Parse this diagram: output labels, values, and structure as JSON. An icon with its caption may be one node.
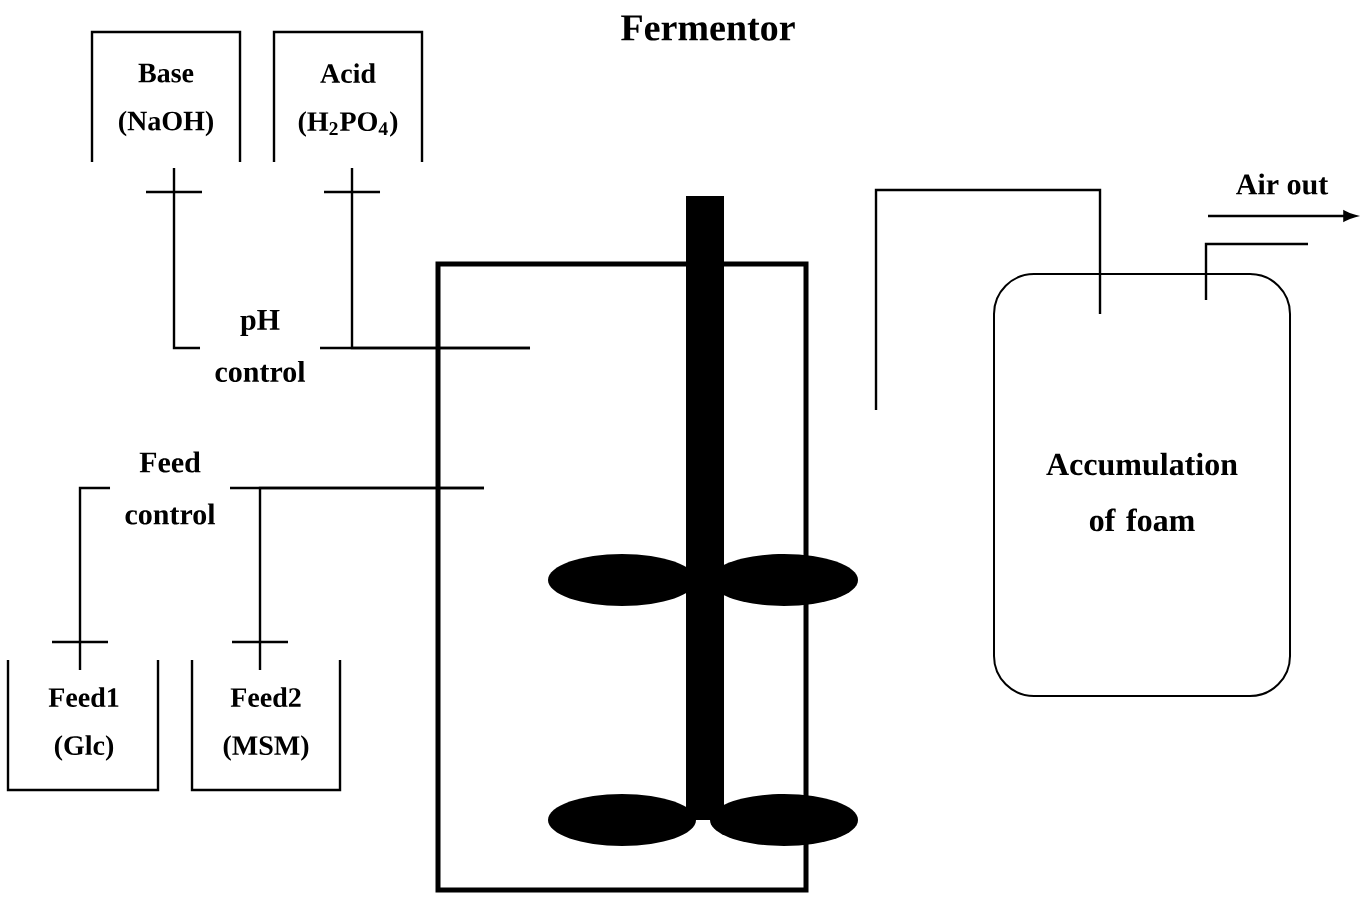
{
  "diagram": {
    "title": "Fermentor",
    "nodes": [
      {
        "text": [
          "Base (NaOH)"
        ]
      },
      {
        "text": [
          "Acid (H$_{2}$PO$_{4}$)"
        ]
      },
      {
        "text": [],
        "shape": "box"
      },
      {
        "text": [
          "Feed1 (Glc)"
        ]
      },
      {
        "text": [
          "Feed2 (MSM)"
        ]
      },
      {
        "text": [
          "Accumulation of foam"
        ]
      }
    ],
    "edges": [
      {
        "from": 0,
        "to": 2,
        "arrow": "none",
        "label": "pH control"
      },
      {
        "from": 1,
        "to": 2,
        "arrow": "none"
      },
      {
        "from": 3,
        "to": 2,
        "arrow": "none",
        "label": "Feed control"
      },
      {
        "from": 4,
        "to": 2,
        "arrow": "none"
      },
      {
        "from": 2,
        "to": 5,
        "arrow": "none"
      },
      {
        "from": 5,
        "to": null,
        "arrow": "none"
      }
    ],
    "labels": [
      "Air out"
    ]
  }
}
